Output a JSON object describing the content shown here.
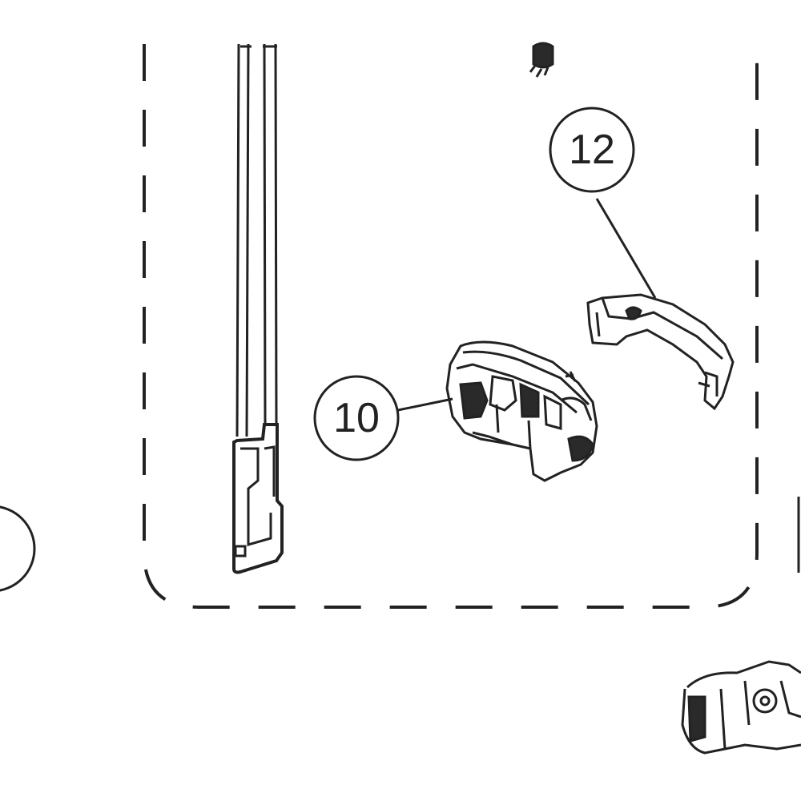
{
  "callouts": [
    {
      "id": "12",
      "label": "12",
      "part": "handle-cover"
    },
    {
      "id": "10",
      "label": "10",
      "part": "bracket-housing"
    }
  ],
  "colors": {
    "line": "#222222",
    "background": "#ffffff",
    "fill_dark": "#2a2a2a"
  }
}
